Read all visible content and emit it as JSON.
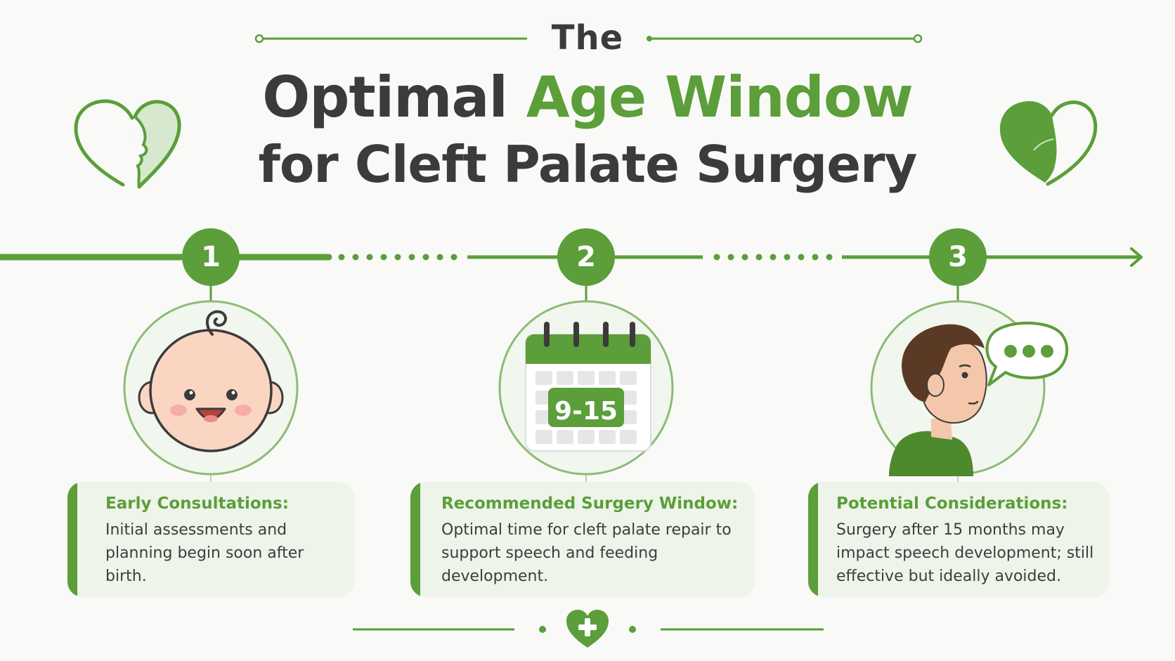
{
  "title": {
    "line1": "The",
    "line2_plain": "Optimal ",
    "line2_accent": "Age Window",
    "line3": "for Cleft Palate Surgery"
  },
  "colors": {
    "accent": "#5b9e3a",
    "accent_light": "#eef4ea",
    "text_dark": "#3b3b3b",
    "background": "#f9faf8"
  },
  "steps": [
    {
      "number": "1",
      "icon": "baby-face-icon",
      "title": "Early Consultations:",
      "body": "Initial assessments and planning begin soon after birth."
    },
    {
      "number": "2",
      "icon": "calendar-icon",
      "calendar_label": "9-15",
      "title": "Recommended Surgery Window:",
      "body": "Optimal time for cleft palate repair to support speech and feeding development."
    },
    {
      "number": "3",
      "icon": "child-speaking-icon",
      "title": "Potential Considerations:",
      "body": "Surgery after 15 months may impact speech development; still effective but ideally avoided."
    }
  ],
  "decor": {
    "left_icon": "heart-face-outline-icon",
    "right_icon": "heart-face-filled-icon",
    "footer_icon": "heart-plus-icon"
  }
}
